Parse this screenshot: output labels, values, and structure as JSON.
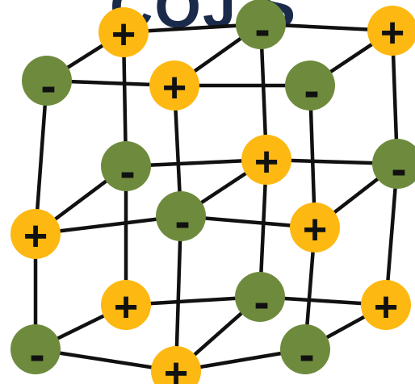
{
  "banner": {
    "text": "COJ S",
    "color": "#1a2a4a"
  },
  "colors": {
    "cation": "#FDB812",
    "anion": "#6E8B3D",
    "bond": "#111111"
  },
  "lattice": {
    "cation_sign": "+",
    "anion_sign": "-",
    "ions": [
      {
        "id": "b-0-0",
        "charge": "anion"
      },
      {
        "id": "b-1-0",
        "charge": "cation"
      },
      {
        "id": "b-2-0",
        "charge": "anion"
      },
      {
        "id": "b-0-1",
        "charge": "cation"
      },
      {
        "id": "b-1-1",
        "charge": "anion"
      },
      {
        "id": "b-2-1",
        "charge": "cation"
      },
      {
        "id": "b-0-2",
        "charge": "anion"
      },
      {
        "id": "b-1-2",
        "charge": "cation"
      },
      {
        "id": "b-2-2",
        "charge": "anion"
      },
      {
        "id": "m-0-0",
        "charge": "cation"
      },
      {
        "id": "m-1-0",
        "charge": "anion"
      },
      {
        "id": "m-2-0",
        "charge": "cation"
      },
      {
        "id": "m-0-1",
        "charge": "anion"
      },
      {
        "id": "m-1-1",
        "charge": "cation"
      },
      {
        "id": "m-2-1",
        "charge": "anion"
      },
      {
        "id": "m-0-2",
        "charge": "cation"
      },
      {
        "id": "m-1-2",
        "charge": "anion"
      },
      {
        "id": "m-2-2",
        "charge": "cation"
      }
    ]
  }
}
